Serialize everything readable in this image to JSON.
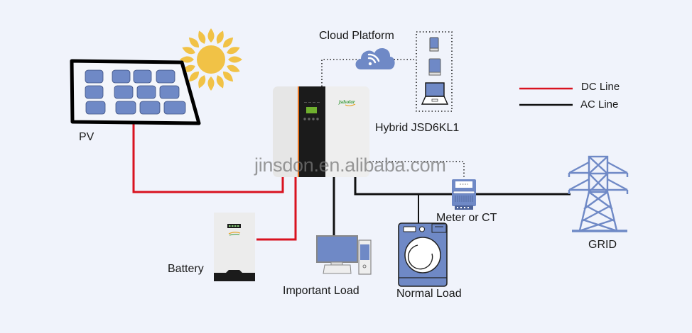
{
  "labels": {
    "pv": "PV",
    "cloud": "Cloud Platform",
    "inverter": "Hybrid JSD6KL1",
    "battery": "Battery",
    "important_load": "Important Load",
    "normal_load": "Normal Load",
    "meter": "Meter or CT",
    "grid": "GRID"
  },
  "legend": [
    {
      "label": "DC Line",
      "color": "#d9121f"
    },
    {
      "label": "AC Line",
      "color": "#111111"
    }
  ],
  "watermark": "jinsdon.en.alibaba.com",
  "colors": {
    "background": "#f0f3fb",
    "dc_line": "#d9121f",
    "ac_line": "#111111",
    "device_blue": "#6f89c6",
    "sun": "#f1c246",
    "inverter_accent": "#e8731f"
  }
}
